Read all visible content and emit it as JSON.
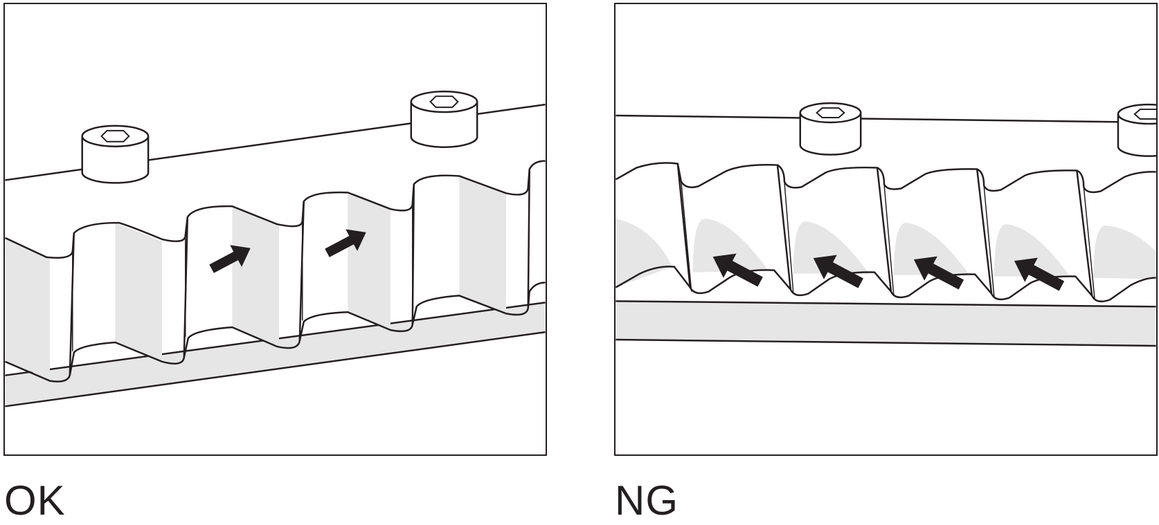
{
  "panels": [
    {
      "id": "ok",
      "label": "OK"
    },
    {
      "id": "ng",
      "label": "NG"
    }
  ],
  "colors": {
    "line": "#231f20",
    "shade": "#e6e6e7",
    "arrow": "#231f20"
  }
}
